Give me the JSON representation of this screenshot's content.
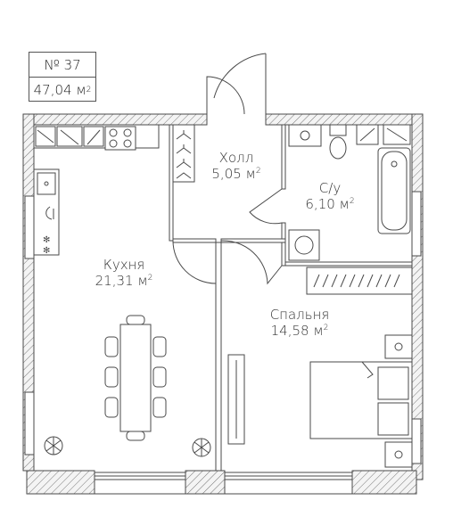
{
  "unit": {
    "number": "№ 37",
    "area_value": "47,04 м",
    "area_sup": "2"
  },
  "rooms": {
    "hall": {
      "name": "Холл",
      "area": "5,05 м",
      "sup": "2"
    },
    "bathroom": {
      "name": "С/у",
      "area": "6,10 м",
      "sup": "2"
    },
    "kitchen": {
      "name": "Кухня",
      "area": "21,31 м",
      "sup": "2"
    },
    "bedroom": {
      "name": "Спальня",
      "area": "14,58 м",
      "sup": "2"
    }
  },
  "colors": {
    "wall_fill": "#e8e8e8",
    "line": "#4a4a4a",
    "text": "#333333"
  },
  "icons": [
    "plant-icon",
    "stove-icon",
    "sink-icon",
    "toilet-icon",
    "bathtub-icon",
    "washing-machine-icon",
    "bed-icon",
    "hanger-icon",
    "dining-table-icon",
    "door-icon",
    "window-icon"
  ]
}
